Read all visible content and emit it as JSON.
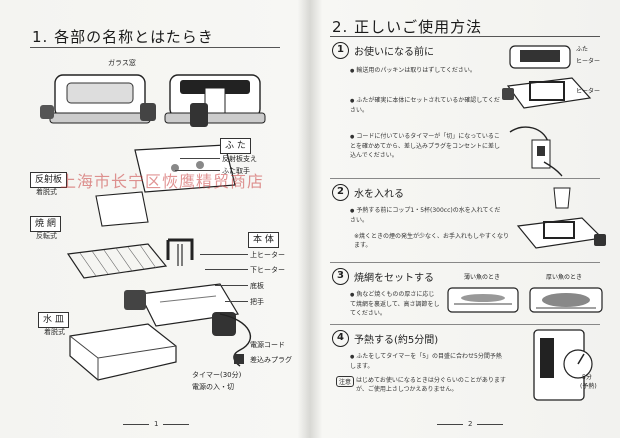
{
  "left": {
    "title": "1. 各部の名称とはたらき",
    "page_number": "1",
    "callouts": {
      "glass_window": "ガラス窓",
      "futa_box": "ふ た",
      "futa_sub1": "反射板支え",
      "futa_sub2": "ふた取手",
      "reflector_box": "反射板",
      "reflector_sub": "着脱式",
      "grill_box": "焼 網",
      "grill_sub": "反転式",
      "body_box": "本 体",
      "upper_heater": "上ヒーター",
      "lower_heater": "下ヒーター",
      "base_plate": "底板",
      "handle": "把手",
      "power_cord": "電源コード",
      "plug": "差込みプラグ",
      "tray_box": "水 皿",
      "tray_sub": "着脱式",
      "timer": "タイマー(30分)",
      "power_switch": "電源の入・切"
    }
  },
  "watermark": "上海市长宁区恢鹰精贸商店",
  "right": {
    "title": "2. 正しいご使用方法",
    "page_number": "2",
    "steps": [
      {
        "num": "1",
        "title": "お使いになる前に",
        "bullets": [
          "輸送用のパッキンは取りはずしてください。",
          "ふたが確実に本体にセットされているか確認してください。",
          "コードに付いているタイマーが「切」になっていることを確かめてから、差し込みプラグをコンセントに差し込んでください。"
        ],
        "labels": [
          "ふた",
          "ヒーター",
          "ヒーター"
        ]
      },
      {
        "num": "2",
        "title": "水を入れる",
        "bullets": [
          "予熱する前にコップ1・5杯(300cc)の水を入れてください。"
        ],
        "note": "※焼くときの煙の発生が少なく、お手入れもしやすくなります。"
      },
      {
        "num": "3",
        "title": "焼網をセットする",
        "bullets": [
          "魚など焼くものの厚さに応じて焼網を裏返して、高さ調節をしてください。"
        ],
        "labels": [
          "薄い魚のとき",
          "厚い魚のとき"
        ]
      },
      {
        "num": "4",
        "title": "予熱する(約5分間)",
        "bullets": [
          "ふたをしてタイマーを「5」の目盛に合わせ5分間予熱します。"
        ],
        "warn_tag": "注意",
        "warn_text": "はじめてお使いになるときは分ぐらいのことがありますが、ご使用上さしつかえありません。",
        "dial_label": "5分",
        "dial_sub": "(予熱)"
      }
    ]
  }
}
